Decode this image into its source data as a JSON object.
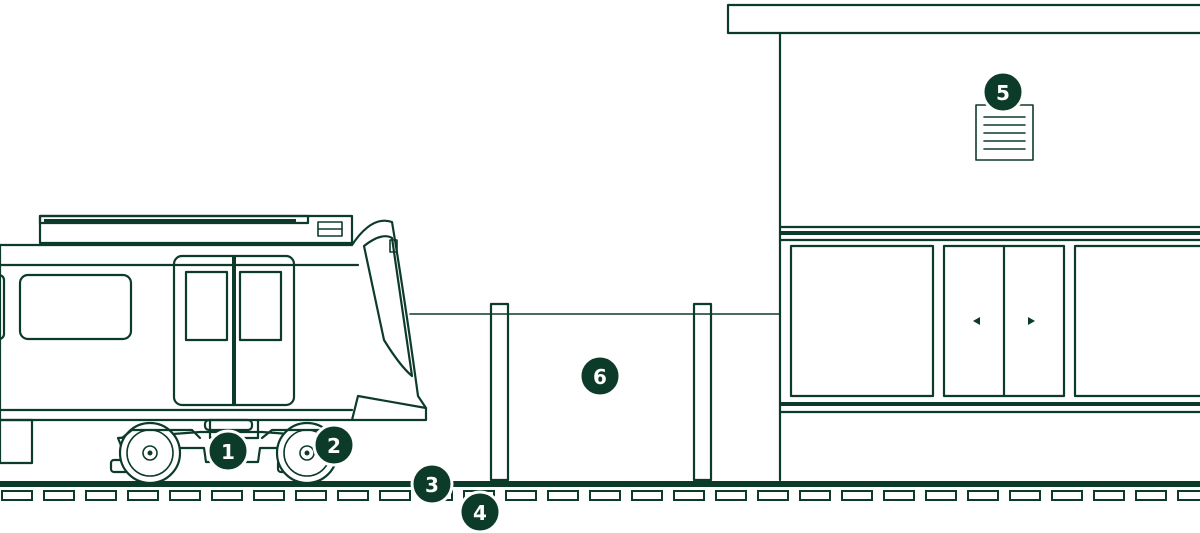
{
  "callouts": [
    {
      "label": "1",
      "part": "bogie-frame"
    },
    {
      "label": "2",
      "part": "wheel"
    },
    {
      "label": "3",
      "part": "rail"
    },
    {
      "label": "4",
      "part": "sleepers"
    },
    {
      "label": "5",
      "part": "station-notice-board"
    },
    {
      "label": "6",
      "part": "platform-screen-barrier"
    }
  ],
  "colors": {
    "line": "#0d3b2a",
    "background": "#ffffff",
    "badge_text": "#ffffff"
  }
}
